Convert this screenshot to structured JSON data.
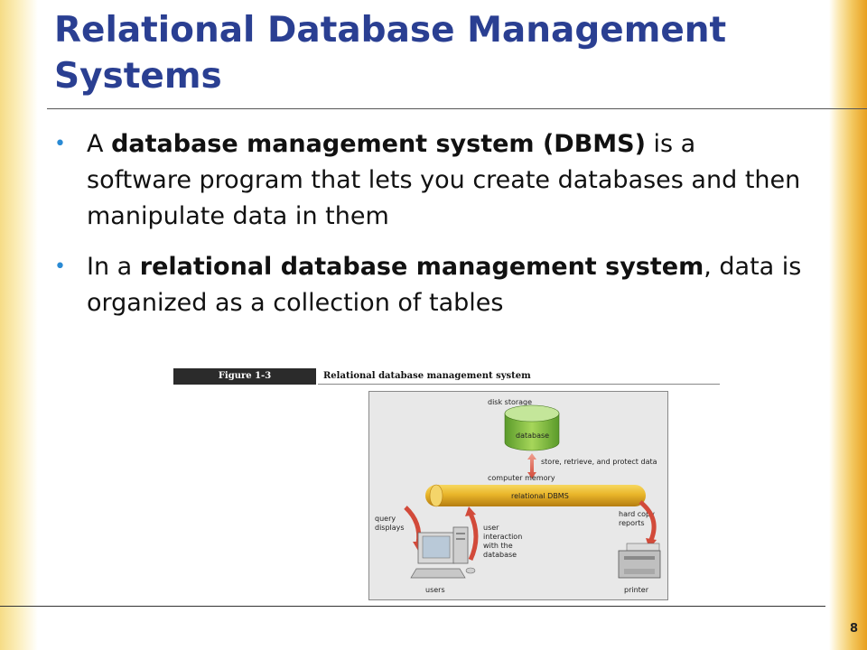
{
  "slide": {
    "title": "Relational Database Management Systems",
    "page_number": "8"
  },
  "bullets": [
    {
      "pre": "A ",
      "bold": "database management system (DBMS)",
      "post": " is a software program that lets you create databases and then manipulate data in them"
    },
    {
      "pre": "In a ",
      "bold": "relational database management system",
      "post": ", data is organized as a collection of tables"
    }
  ],
  "figure": {
    "label": "Figure 1-3",
    "caption": "Relational database management system",
    "disk_storage": "disk storage",
    "database": "database",
    "store_retrieve": "store, retrieve, and protect data",
    "computer_memory": "computer memory",
    "relational_dbms": "relational DBMS",
    "query_displays_1": "query",
    "query_displays_2": "displays",
    "user_interaction_1": "user",
    "user_interaction_2": "interaction",
    "user_interaction_3": "with the",
    "user_interaction_4": "database",
    "hard_copy_1": "hard copy",
    "hard_copy_2": "reports",
    "users": "users",
    "printer": "printer"
  }
}
